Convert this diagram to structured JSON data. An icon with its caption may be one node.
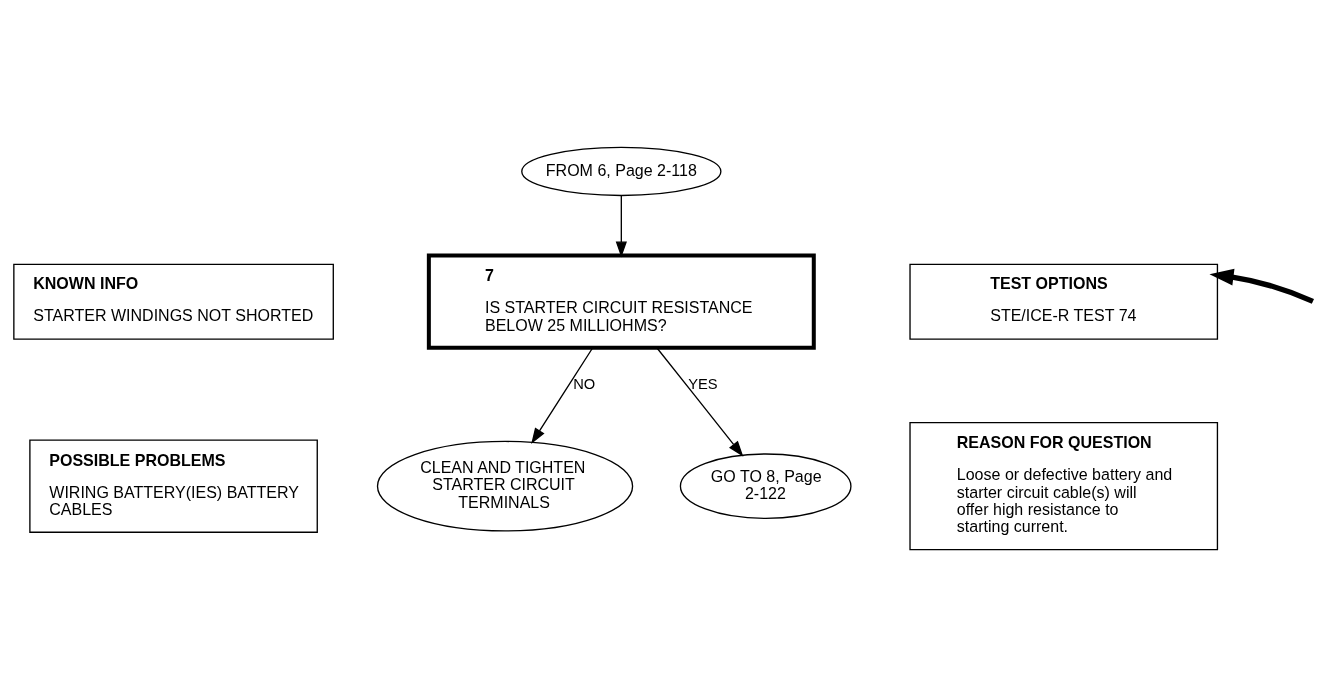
{
  "diagram": {
    "nodes": [
      {
        "text": [
          "FROM 6, Page 2-118"
        ]
      },
      {
        "text": [
          "7",
          "IS STARTER CIRCUIT RESISTANCE BELOW 25 MILLIOHMS?"
        ]
      },
      {
        "text": [
          "KNOWN INFO",
          "STARTER WINDINGS NOT SHORTED"
        ]
      },
      {
        "text": [
          "POSSIBLE PROBLEMS",
          "WIRING BATTERY(IES) BATTERY CABLES"
        ]
      },
      {
        "text": [
          "TEST OPTIONS",
          "STE/ICE-R TEST 74"
        ]
      },
      {
        "text": [
          "REASON FOR QUESTION",
          "Loose or defective battery and starter circuit cable(s) will offer high resistance to starting current."
        ]
      },
      {
        "text": [
          "CLEAN AND TIGHTEN STARTER CIRCUIT TERMINALS"
        ]
      },
      {
        "text": [
          "GO TO 8, Page 2-122"
        ]
      }
    ],
    "edges": [
      {
        "from": 0,
        "to": 1,
        "arrow": "to"
      },
      {
        "from": 1,
        "to": 6,
        "arrow": "to",
        "label": "NO"
      },
      {
        "from": 1,
        "to": 7,
        "arrow": "to",
        "label": "YES"
      },
      {
        "from": null,
        "to": 4,
        "arrow": "to",
        "style": "thick"
      }
    ]
  }
}
